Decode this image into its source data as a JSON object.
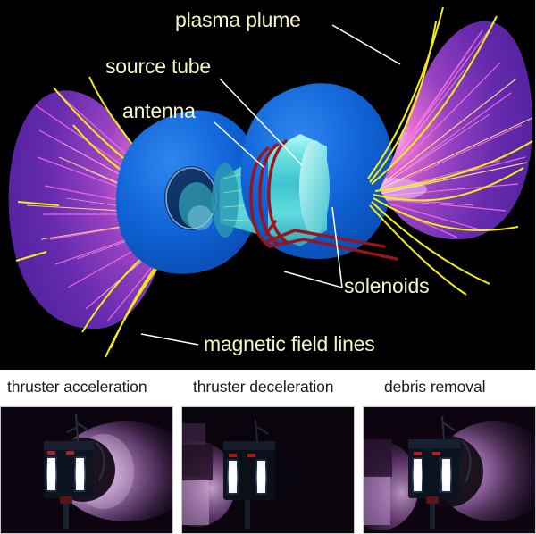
{
  "figure": {
    "type": "scientific-figure",
    "subject": "helicon plasma thruster schematic with experimental photographs",
    "background_color": "#000000",
    "label_color": "#f6f5c4",
    "leader_line_color": "#ffffff"
  },
  "diagram": {
    "panel_name": "plasma-thruster-schematic",
    "labels": [
      {
        "id": "plasma-plume",
        "text": "plasma plume"
      },
      {
        "id": "source-tube",
        "text": "source tube"
      },
      {
        "id": "antenna",
        "text": "antenna"
      },
      {
        "id": "solenoids",
        "text": "solenoids"
      },
      {
        "id": "magnetic-field-lines",
        "text": "magnetic field lines"
      }
    ],
    "components": {
      "solenoid_color": "#0c5fd0",
      "source_tube_color": "#5fe3e0",
      "antenna_color": "#9c1418",
      "plume_color": "#7a2fbf",
      "field_line_color": "#f3ec17",
      "particle_streak_color": "#ff63d8"
    }
  },
  "photographs": {
    "row_name": "experiment-photo-row",
    "items": [
      {
        "id": "thruster-acceleration",
        "caption": "thruster acceleration",
        "plume_side": "right",
        "plume_color": "#c78ad8"
      },
      {
        "id": "thruster-deceleration",
        "caption": "thruster deceleration",
        "plume_side": "left",
        "plume_color": "#b070c0"
      },
      {
        "id": "debris-removal",
        "caption": "debris removal",
        "plume_side": "both",
        "plume_color": "#c488d8"
      }
    ]
  }
}
